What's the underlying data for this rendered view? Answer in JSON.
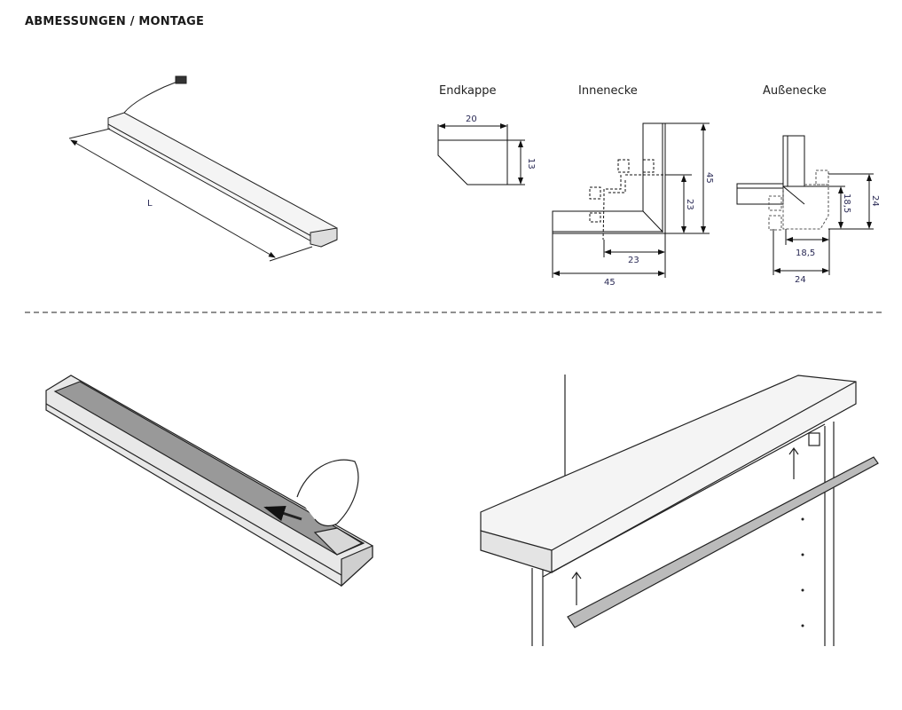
{
  "header": {
    "title": "ABMESSUNGEN / MONTAGE"
  },
  "dimensions": {
    "profile_length_label": "L",
    "endkappe": {
      "label": "Endkappe",
      "width": "20",
      "height": "13"
    },
    "innenecke": {
      "label": "Innenecke",
      "inner_h": "23",
      "outer_h": "45",
      "inner_w": "23",
      "outer_w": "45"
    },
    "aussenecke": {
      "label": "Außenecke",
      "inner_h": "18,5",
      "outer_h": "24",
      "inner_w": "18,5",
      "outer_w": "24"
    }
  }
}
